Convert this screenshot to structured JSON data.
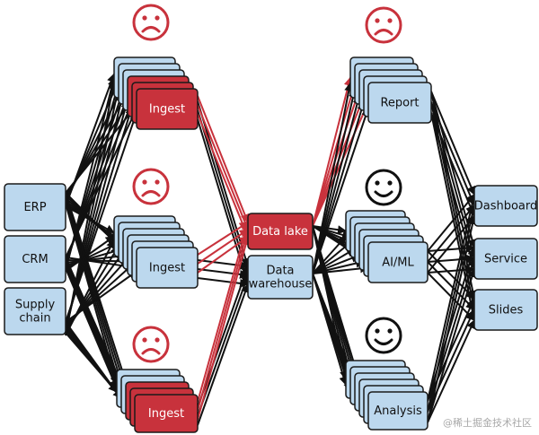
{
  "colors": {
    "red": "#c8323c",
    "blue": "#bcd8ee",
    "stroke": "#1a1a1a",
    "edge": "#111111",
    "white": "#ffffff"
  },
  "sources": [
    {
      "id": "erp",
      "label": [
        "ERP"
      ]
    },
    {
      "id": "crm",
      "label": [
        "CRM"
      ]
    },
    {
      "id": "supply-chain",
      "label": [
        "Supply",
        "chain"
      ]
    }
  ],
  "ingest": [
    {
      "id": "ingest-top",
      "label": "Ingest",
      "front": "red",
      "mood": "sad"
    },
    {
      "id": "ingest-middle",
      "label": "Ingest",
      "front": "blue",
      "mood": "sad"
    },
    {
      "id": "ingest-bottom",
      "label": "Ingest",
      "front": "red",
      "mood": "sad"
    }
  ],
  "stores": [
    {
      "id": "data-lake",
      "label": [
        "Data lake"
      ],
      "color": "red"
    },
    {
      "id": "data-warehouse",
      "label": [
        "Data",
        "warehouse"
      ],
      "color": "blue"
    }
  ],
  "processing": [
    {
      "id": "report",
      "label": "Report",
      "front": "blue",
      "mood": "sad"
    },
    {
      "id": "ai-ml",
      "label": "AI/ML",
      "front": "blue",
      "mood": "happy"
    },
    {
      "id": "analysis",
      "label": "Analysis",
      "front": "blue",
      "mood": "happy"
    }
  ],
  "outputs": [
    {
      "id": "dashboard",
      "label": "Dashboard"
    },
    {
      "id": "service",
      "label": "Service"
    },
    {
      "id": "slides",
      "label": "Slides"
    }
  ],
  "watermark": "@稀土掘金技术社区"
}
